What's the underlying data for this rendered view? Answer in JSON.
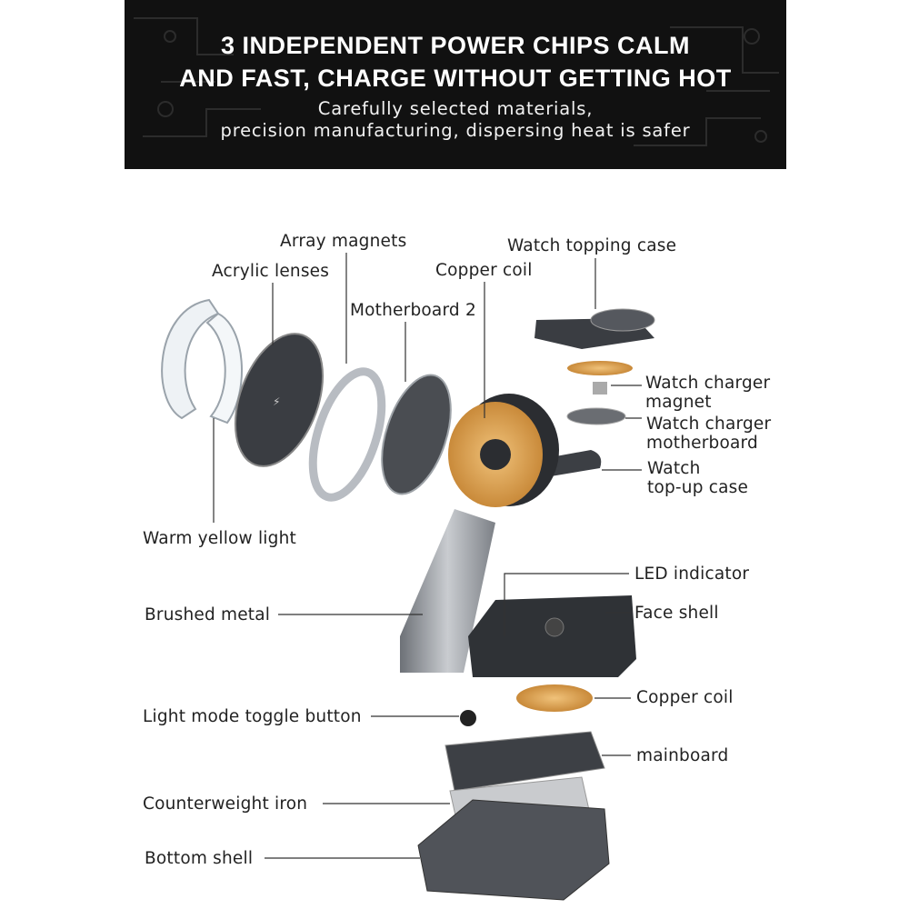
{
  "banner": {
    "title_line1": "3 INDEPENDENT POWER CHIPS CALM",
    "title_line2": "AND FAST, CHARGE WITHOUT GETTING HOT",
    "subtitle_line1": "Carefully selected materials,",
    "subtitle_line2": "precision manufacturing, dispersing heat is safer"
  },
  "labels": {
    "array_magnets": "Array magnets",
    "acrylic_lenses": "Acrylic lenses",
    "copper_coil_top": "Copper coil",
    "watch_topping_case": "Watch topping case",
    "motherboard_2": "Motherboard 2",
    "watch_charger_magnet_1": "Watch charger",
    "watch_charger_magnet_2": "magnet",
    "watch_charger_motherboard_1": "Watch charger",
    "watch_charger_motherboard_2": "motherboard",
    "watch_topup_case_1": "Watch",
    "watch_topup_case_2": "top-up case",
    "warm_yellow_light": "Warm yellow light",
    "brushed_metal": "Brushed metal",
    "led_indicator": "LED indicator",
    "face_shell": "Face shell",
    "copper_coil_bottom": "Copper coil",
    "light_mode_toggle": "Light mode toggle button",
    "mainboard": "mainboard",
    "counterweight_iron": "Counterweight iron",
    "bottom_shell": "Bottom shell"
  }
}
